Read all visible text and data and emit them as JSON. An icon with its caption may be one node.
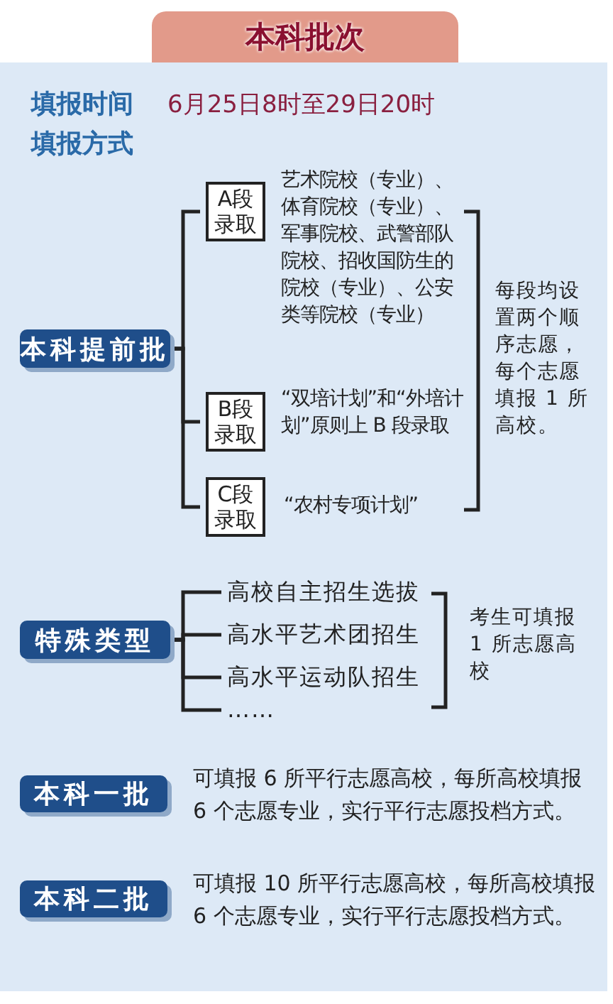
{
  "diagram": {
    "title": "本科批次",
    "nodes": [
      {
        "text": [
          "本科提前批"
        ]
      },
      {
        "text": [
          "A段录取"
        ],
        "beside": [
          "艺术院校（专业）、体育院校（专业）、军事院校、武警部队院校、招收国防生的院校（专业）、公安类等院校（专业）"
        ]
      },
      {
        "text": [
          "B段录取"
        ],
        "beside": [
          "“双培计划”和“外培计划”原则上 B 段录取"
        ]
      },
      {
        "text": [
          "C段录取"
        ],
        "beside": [
          "“农村专项计划”"
        ]
      },
      {
        "text": [
          "特殊类型"
        ]
      },
      {
        "text": [
          "高校自主招生选拔"
        ]
      },
      {
        "text": [
          "高水平艺术团招生"
        ]
      },
      {
        "text": [
          "高水平运动队招生"
        ]
      },
      {
        "text": [
          "……"
        ]
      },
      {
        "text": [
          "本科一批"
        ],
        "beside": [
          "可填报 6 所平行志愿高校，每所高校填报 6 个志愿专业，实行平行志愿投档方式。"
        ]
      },
      {
        "text": [
          "本科二批"
        ],
        "beside": [
          "可填报 10 所平行志愿高校，每所高校填报 6 个志愿专业，实行平行志愿投档方式。"
        ]
      }
    ],
    "edges": [
      {
        "from": 0,
        "to": 1,
        "arrow": "none"
      },
      {
        "from": 0,
        "to": 2,
        "arrow": "none"
      },
      {
        "from": 0,
        "to": 3,
        "arrow": "none"
      },
      {
        "from": 4,
        "to": 5,
        "arrow": "none"
      },
      {
        "from": 4,
        "to": 6,
        "arrow": "none"
      },
      {
        "from": 4,
        "to": 7,
        "arrow": "none"
      },
      {
        "from": 4,
        "to": 8,
        "arrow": "none"
      }
    ],
    "labels": [
      "填报时间",
      "6月25日8时至29日20时",
      "填报方式",
      "每段均设置两个顺序志愿，每个志愿填报 1 所高校。",
      "考生可填报 1 所志愿高校"
    ]
  }
}
